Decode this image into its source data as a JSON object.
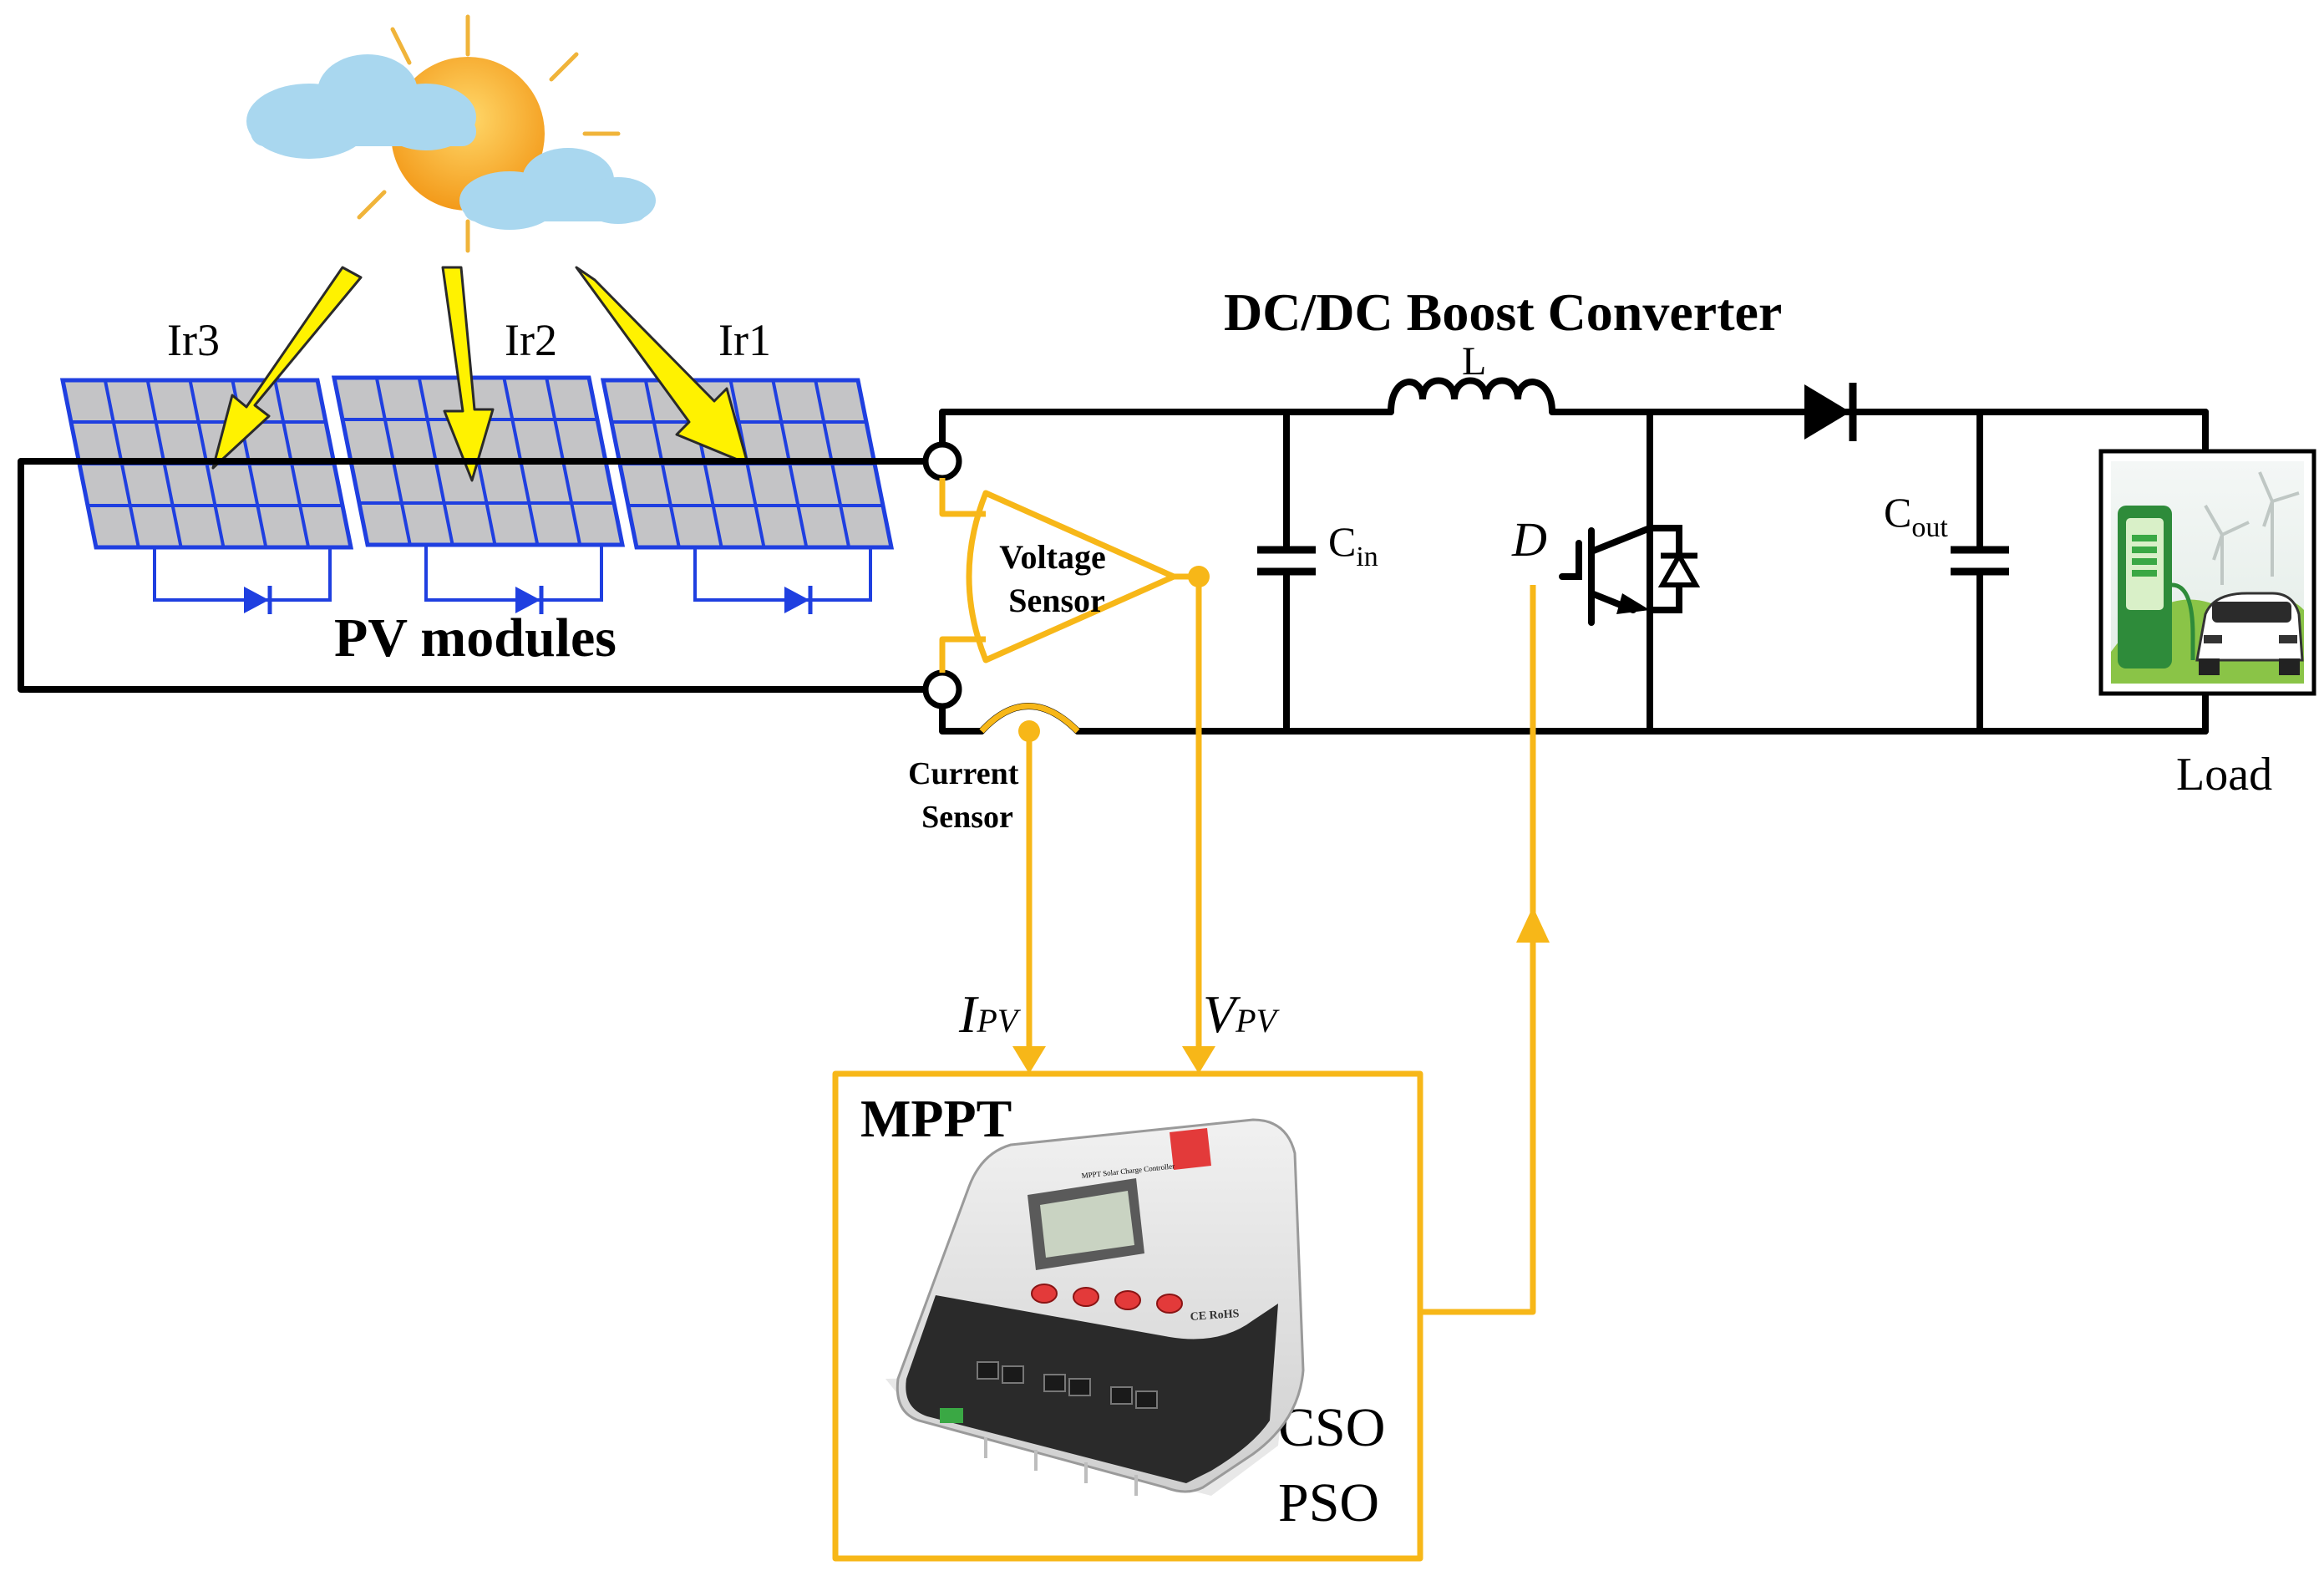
{
  "title": "DC/DC Boost Converter",
  "pv": {
    "label": "PV modules",
    "irradiance": [
      "Ir3",
      "Ir2",
      "Ir1"
    ]
  },
  "converter": {
    "inductor": "L",
    "cin_base": "C",
    "cin_sub": "in",
    "cout_base": "C",
    "cout_sub": "out",
    "switch": "D"
  },
  "load": {
    "label": "Load"
  },
  "sensors": {
    "voltage_line1": "Voltage",
    "voltage_line2": "Sensor",
    "current_line1": "Current",
    "current_line2": "Sensor"
  },
  "signals": {
    "ipv_base": "I",
    "ipv_sub": "PV",
    "vpv_base": "V",
    "vpv_sub": "PV"
  },
  "mppt": {
    "title": "MPPT",
    "algo1": "CSO",
    "algo2": "PSO",
    "device_badge": "CE RoHS",
    "device_brand": "MPPT Solar Charge Controller"
  },
  "colors": {
    "wire": "#000000",
    "signal": "#f7b718",
    "panel_fill": "#c4c4c6",
    "panel_frame": "#1f3fe0",
    "diode_blue": "#1f3fe0",
    "ray_fill": "#fff200",
    "sun": "#f4a91e",
    "cloud": "#a9d7ef"
  }
}
